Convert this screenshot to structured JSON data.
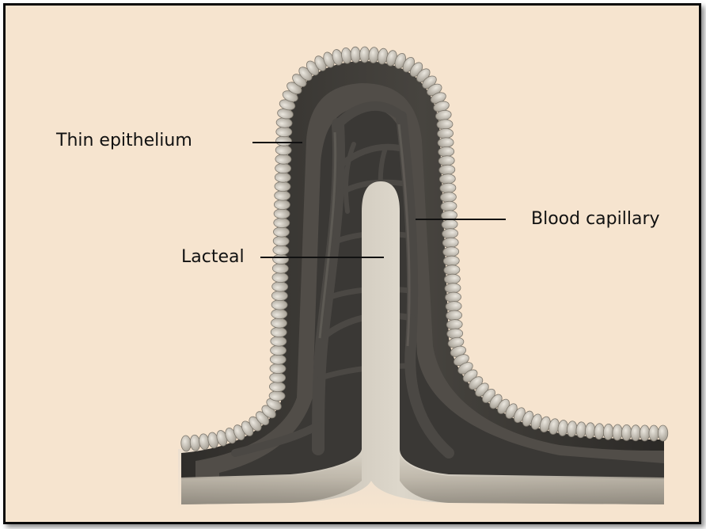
{
  "labels": {
    "thin_epithelium": "Thin epithelium",
    "blood_capillary": "Blood capillary",
    "lacteal": "Lacteal"
  },
  "colors": {
    "background": "#f6e4cf",
    "border": "#0a0a0a",
    "epithelium_cells": "#d6d0c6",
    "tissue_dark": "#3a3835",
    "tissue_mid": "#57534d",
    "capillary": "#4a4743",
    "lacteal": "#c9c2b4"
  }
}
